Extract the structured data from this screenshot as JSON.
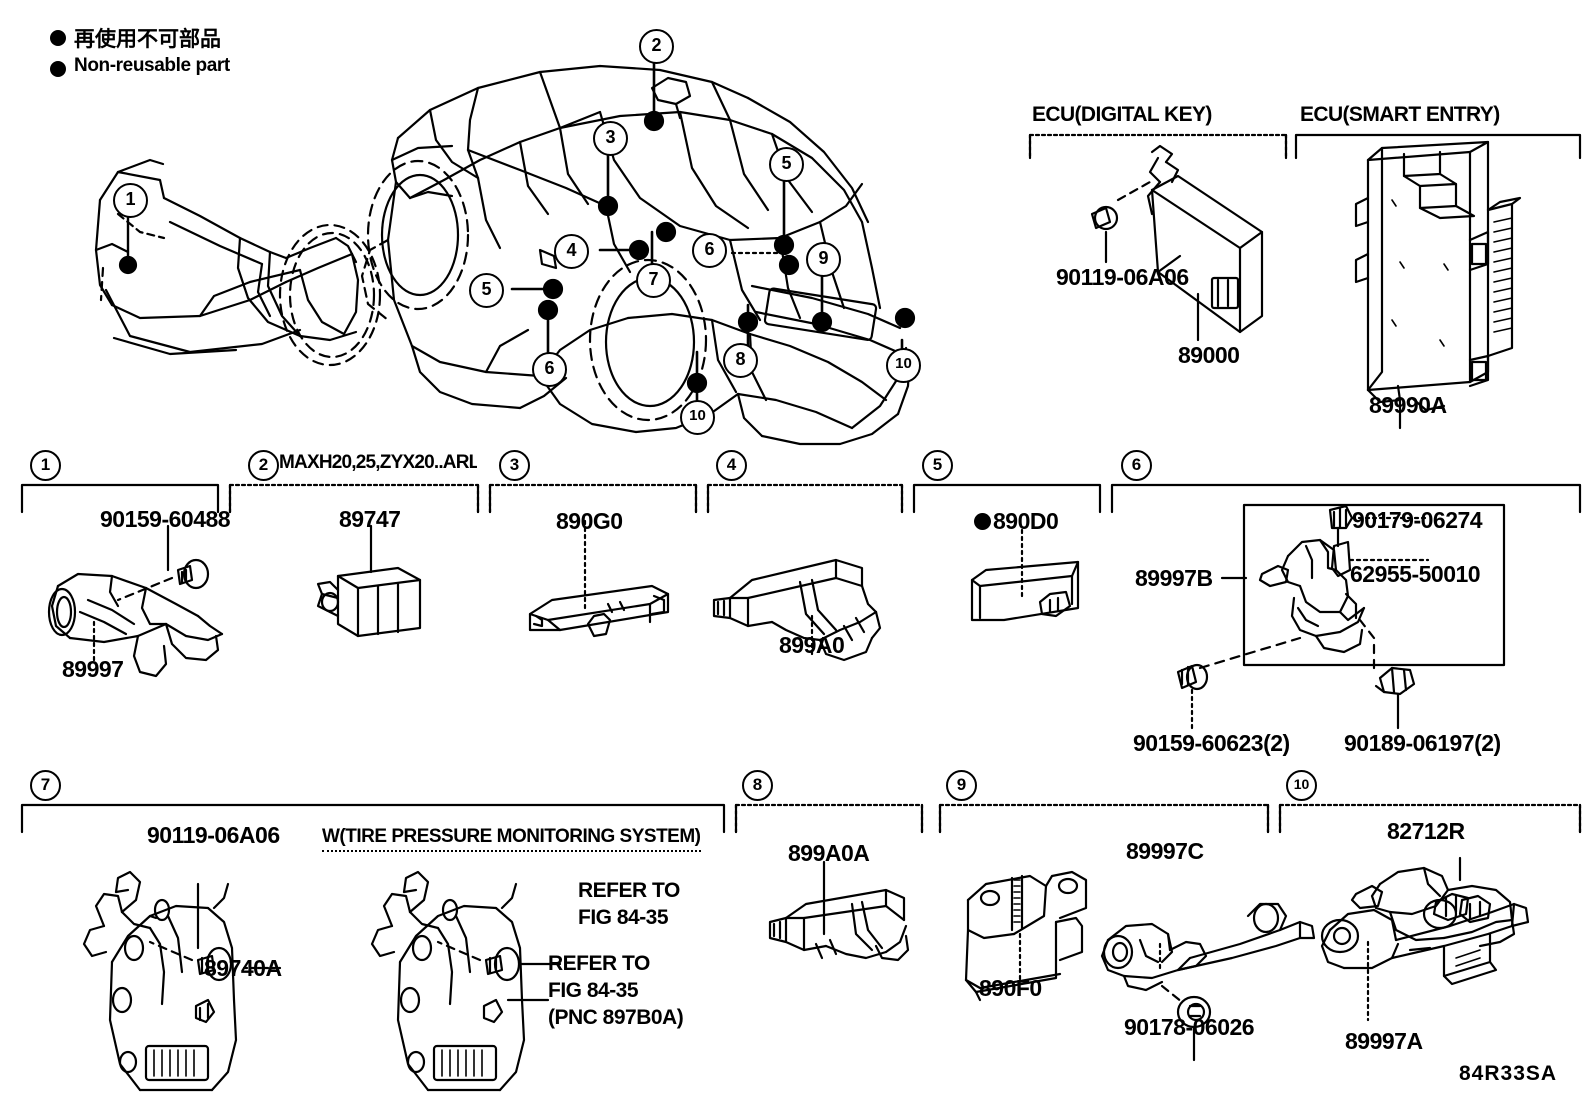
{
  "figure": {
    "code": "84R33SA",
    "legend": {
      "japanese": "再使用不可部品",
      "english": "Non-reusable part"
    }
  },
  "vehicle_diagram": {
    "name": "vehicle-illustration",
    "callouts": [
      {
        "id": "1",
        "label": "1"
      },
      {
        "id": "2",
        "label": "2"
      },
      {
        "id": "3",
        "label": "3"
      },
      {
        "id": "4",
        "label": "4"
      },
      {
        "id": "5a",
        "label": "5"
      },
      {
        "id": "5b",
        "label": "5"
      },
      {
        "id": "6a",
        "label": "6"
      },
      {
        "id": "6b",
        "label": "6"
      },
      {
        "id": "7",
        "label": "7"
      },
      {
        "id": "8",
        "label": "8"
      },
      {
        "id": "9",
        "label": "9"
      },
      {
        "id": "10a",
        "label": "10"
      },
      {
        "id": "10b",
        "label": "10"
      }
    ]
  },
  "ecu_groups": [
    {
      "title": "ECU(DIGITAL KEY)",
      "parts": [
        {
          "number": "90119-06A06"
        },
        {
          "number": "89000"
        }
      ]
    },
    {
      "title": "ECU(SMART ENTRY)",
      "parts": [
        {
          "number": "89990A"
        }
      ]
    }
  ],
  "panels": [
    {
      "num": "1",
      "note": "",
      "parts": [
        {
          "number": "90159-60488"
        },
        {
          "number": "89997"
        }
      ]
    },
    {
      "num": "2",
      "note": "MAXH20,25,ZYX20..ARL",
      "parts": [
        {
          "number": "89747"
        }
      ]
    },
    {
      "num": "3",
      "note": "",
      "parts": [
        {
          "number": "890G0"
        }
      ]
    },
    {
      "num": "4",
      "note": "",
      "parts": [
        {
          "number": "899A0"
        }
      ]
    },
    {
      "num": "5",
      "note": "",
      "parts": [
        {
          "number": "890D0",
          "non_reusable": true
        }
      ]
    },
    {
      "num": "6",
      "note": "",
      "parts": [
        {
          "number": "89997B"
        },
        {
          "number": "90179-06274"
        },
        {
          "number": "62955-50010"
        },
        {
          "number": "90159-60623(2)"
        },
        {
          "number": "90189-06197(2)"
        }
      ]
    },
    {
      "num": "7",
      "note": "W(TIRE PRESSURE MONITORING SYSTEM)",
      "parts": [
        {
          "number": "90119-06A06"
        },
        {
          "number": "89740A"
        },
        {
          "number": "REFER TO"
        },
        {
          "number": "FIG 84-35"
        },
        {
          "number": "REFER TO"
        },
        {
          "number": "FIG 84-35"
        },
        {
          "number": "(PNC 897B0A)"
        }
      ]
    },
    {
      "num": "8",
      "note": "",
      "parts": [
        {
          "number": "899A0A"
        }
      ]
    },
    {
      "num": "9",
      "note": "",
      "parts": [
        {
          "number": "890F0"
        },
        {
          "number": "89997C"
        },
        {
          "number": "90178-06026"
        }
      ]
    },
    {
      "num": "10",
      "note": "",
      "parts": [
        {
          "number": "82712R"
        },
        {
          "number": "89997A"
        }
      ]
    }
  ]
}
